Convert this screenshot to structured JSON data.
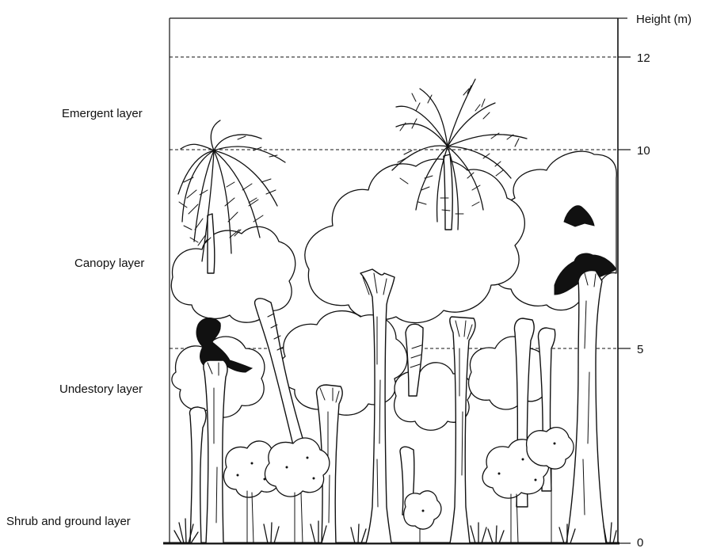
{
  "axis": {
    "title": "Height (m)",
    "ticks": [
      {
        "label": "12",
        "value": 12
      },
      {
        "label": "10",
        "value": 10
      },
      {
        "label": "5",
        "value": 5
      },
      {
        "label": "0",
        "value": 0
      }
    ]
  },
  "layers": [
    {
      "id": "emergent",
      "label": "Emergent layer"
    },
    {
      "id": "canopy",
      "label": "Canopy layer"
    },
    {
      "id": "understory",
      "label": "Undestory layer"
    },
    {
      "id": "shrub",
      "label": "Shrub and ground layer"
    }
  ],
  "dashed_levels": [
    12,
    10,
    5
  ]
}
